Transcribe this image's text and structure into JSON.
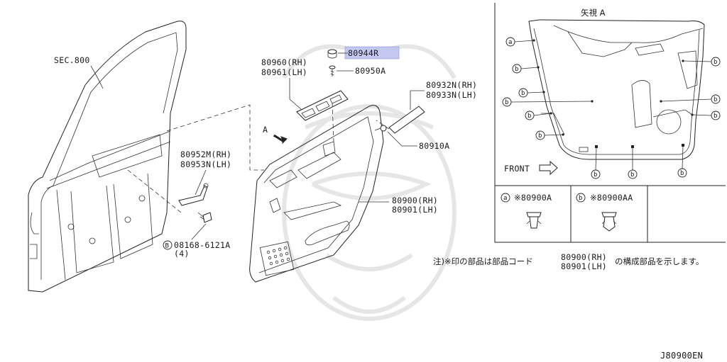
{
  "diagram": {
    "section_ref": "SEC.800",
    "arrow_label": "A",
    "highlight_color": "#c4c8f0",
    "callouts": {
      "switch_rh": "80960(RH)",
      "switch_lh": "80961(LH)",
      "cap": "80944R",
      "screw_a": "80950A",
      "strip_rh": "80932N(RH)",
      "strip_lh": "80933N(LH)",
      "clip_a": "80910A",
      "bracket_rh": "80952M(RH)",
      "bracket_lh": "80953N(LH)",
      "trim_rh": "80900(RH)",
      "trim_lh": "80901(LH)",
      "bolt_code": "08168-6121A",
      "bolt_qty": "(4)",
      "bolt_badge": "B"
    },
    "view_a": {
      "title": "矢視 A",
      "front_label": "FRONT",
      "marker_a": "a",
      "marker_b": "b"
    },
    "legend": {
      "a_badge": "a",
      "a_part": "※80900A",
      "b_badge": "b",
      "b_part": "※80900AA"
    },
    "note": {
      "prefix": "注)※印の部品は部品コード",
      "code_rh": "80900(RH)",
      "code_lh": "80901(LH)",
      "suffix": "の構成部品を示します。"
    },
    "diagram_id": "J80900EN"
  }
}
